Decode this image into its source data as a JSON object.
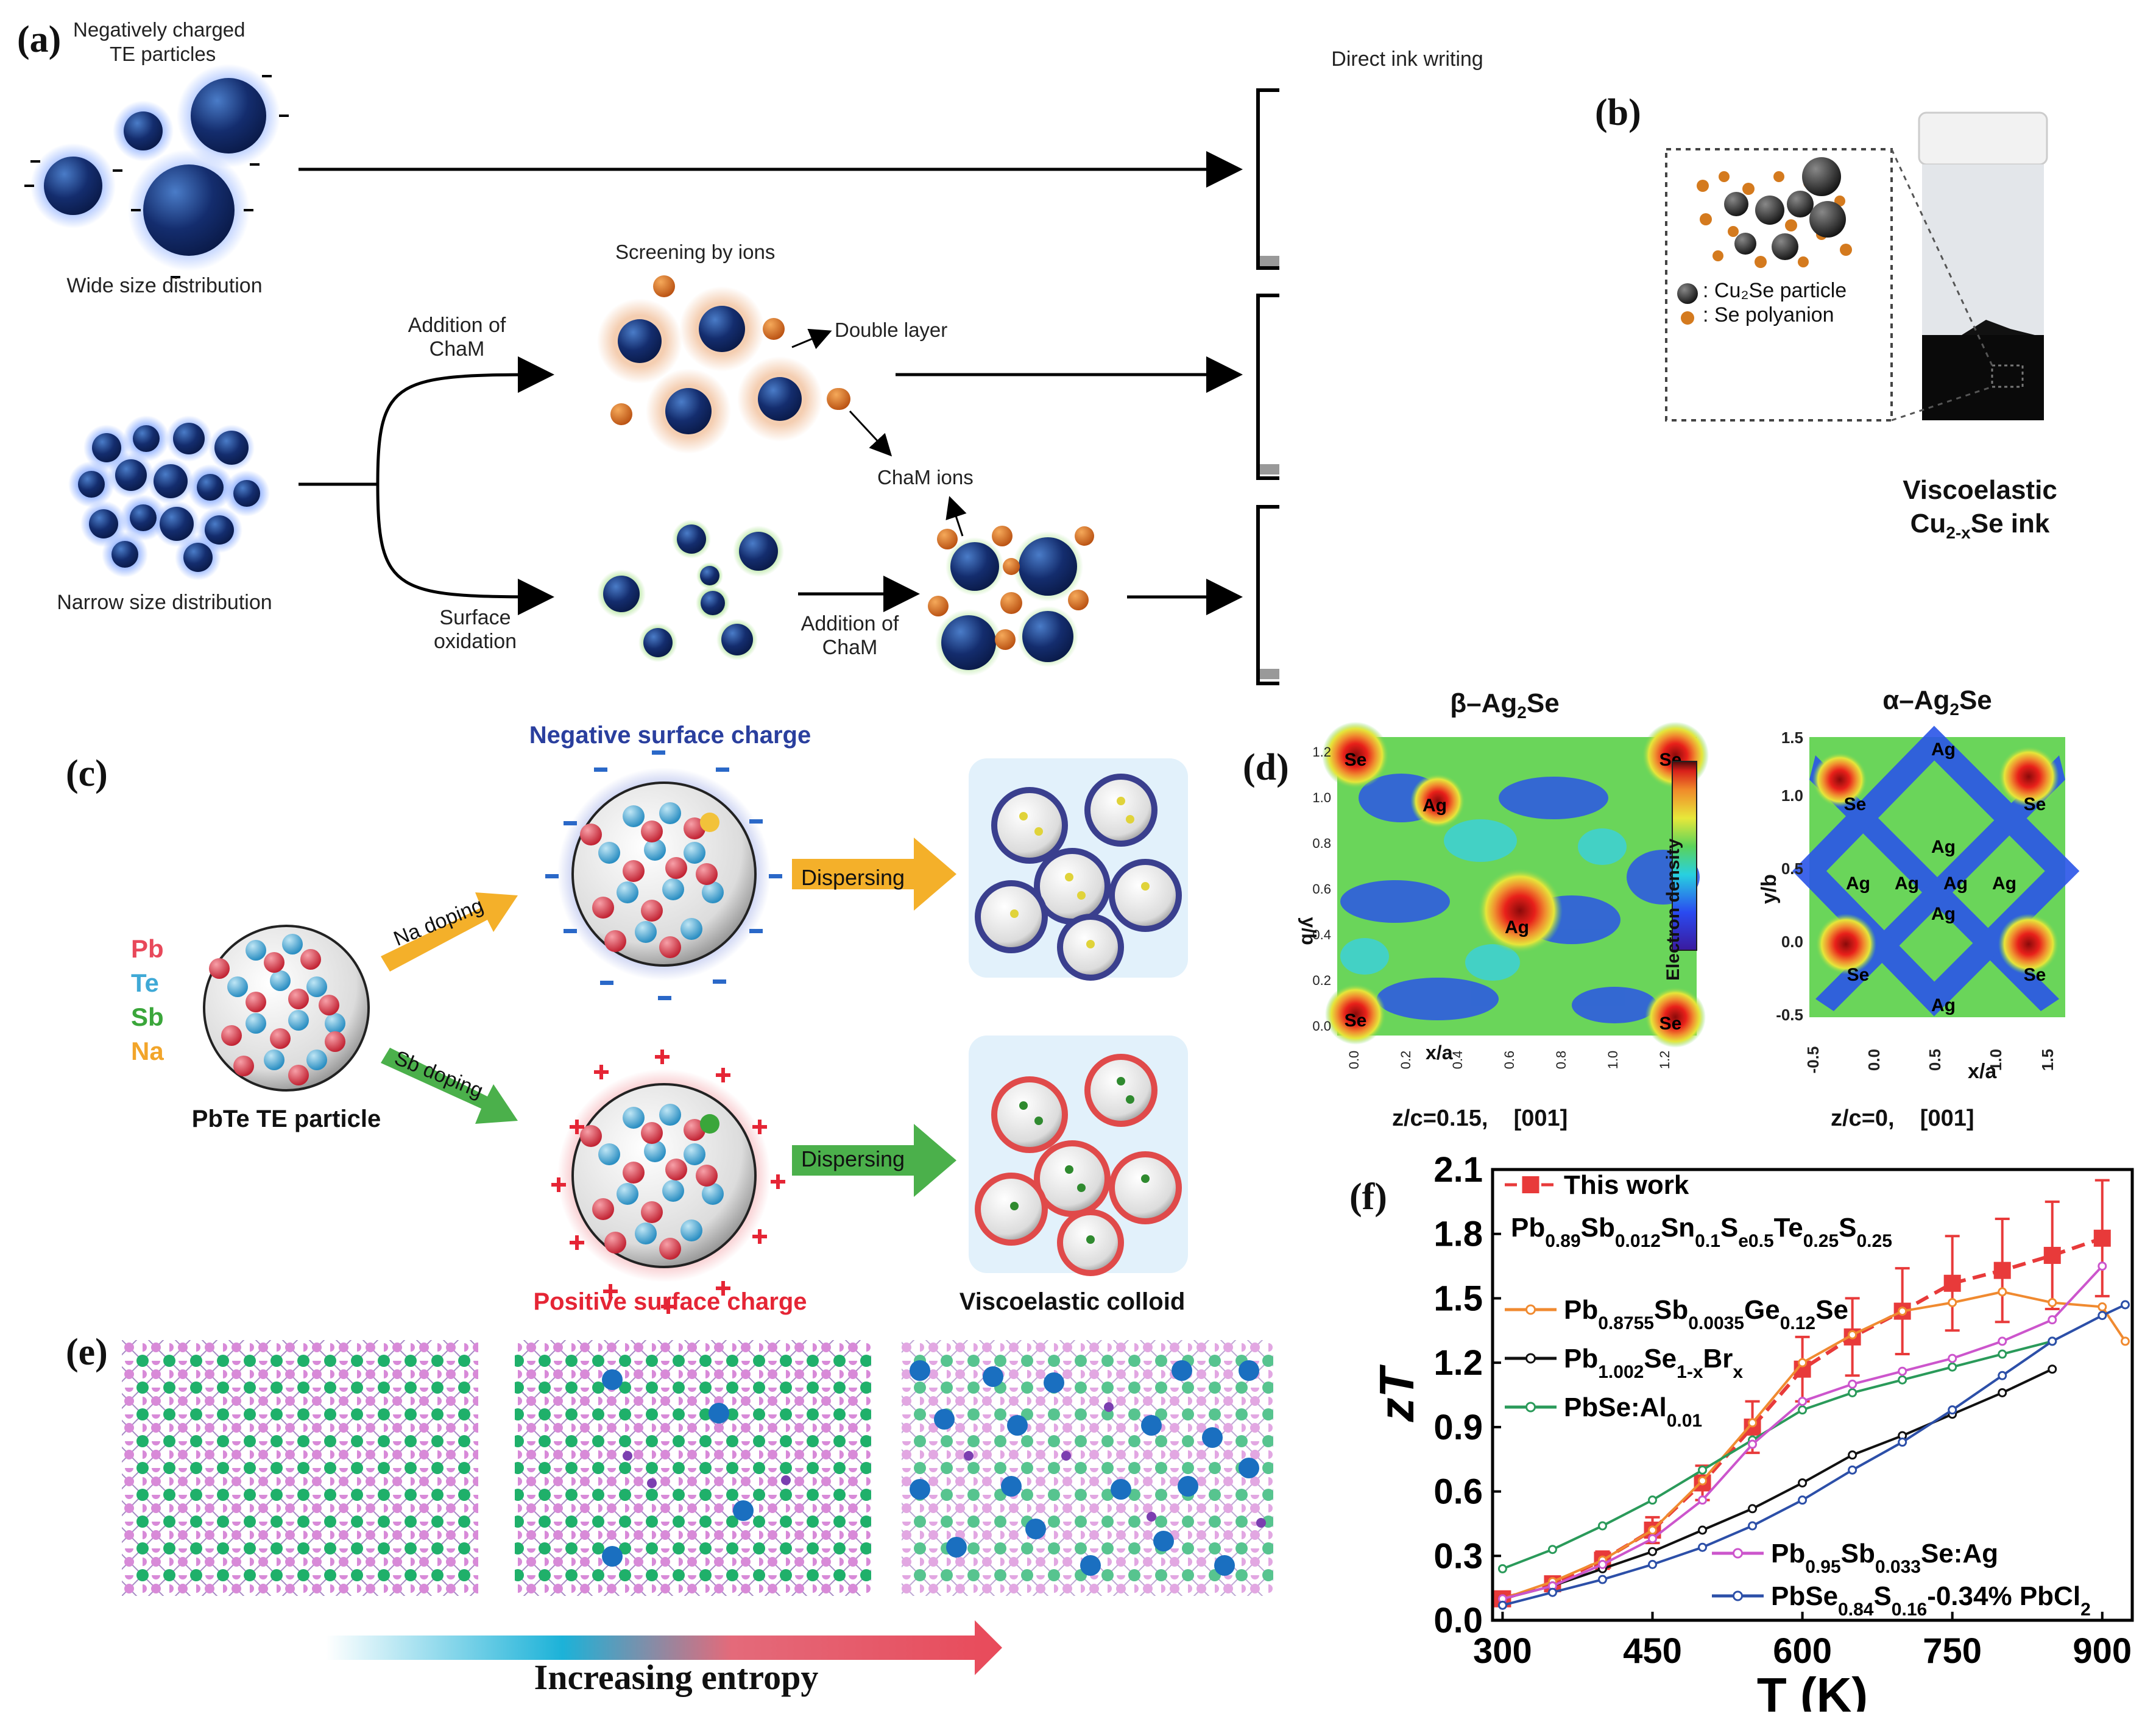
{
  "panels": {
    "a": {
      "label": "(a)",
      "top_particles": "Negatively charged\nTE particles",
      "wide": "Wide size distribution",
      "narrow": "Narrow size distribution",
      "screening": "Screening by ions",
      "double_layer": "Double layer",
      "addition_top": "Addition of\nChaM",
      "surface_ox": "Surface\noxidation",
      "chamions": "ChaM ions",
      "addition_bottom": "Addition of\nChaM",
      "diw": "Direct ink writing"
    },
    "b": {
      "label": "(b)",
      "legend_particle": ": Cu₂Se particle",
      "legend_anion": ": Se polyanion",
      "caption_line1": "Viscoelastic",
      "caption_line2": "Cu",
      "caption_sub": "2-x",
      "caption_end": "Se ink"
    },
    "c": {
      "label": "(c)",
      "neg": "Negative surface charge",
      "pos": "Positive surface charge",
      "na_doping": "Na doping",
      "sb_doping": "Sb doping",
      "dispersing1": "Dispersing",
      "dispersing2": "Dispersing",
      "pbte": "PbTe TE particle",
      "colloid": "Viscoelastic colloid",
      "elements": [
        "Pb",
        "Te",
        "Sb",
        "Na"
      ],
      "element_colors": [
        "#e8485a",
        "#3fa9d6",
        "#3aa63a",
        "#f2a52a"
      ]
    },
    "d": {
      "label": "(d)",
      "beta_title": "β–Ag",
      "beta_title_end": "Se",
      "alpha_title": "α–Ag",
      "alpha_title_end": "Se",
      "beta_xlabel": "x/a",
      "beta_ylabel": "y/b",
      "alpha_xlabel": "x/a",
      "alpha_ylabel": "y/b",
      "colorbar": "Electron density",
      "beta_caption": "z/c=0.15,    [001]",
      "alpha_caption": "z/c=0,    [001]",
      "beta_xticks": [
        "0.0",
        "0.2",
        "0.4",
        "0.6",
        "0.8",
        "1.0",
        "1.2"
      ],
      "beta_yticks": [
        "0.0",
        "0.2",
        "0.4",
        "0.6",
        "0.8",
        "1.0",
        "1.2"
      ],
      "alpha_xticks": [
        "-0.5",
        "0.0",
        "0.5",
        "1.0",
        "1.5"
      ],
      "alpha_yticks": [
        "-0.5",
        "0.0",
        "0.5",
        "1.0",
        "1.5"
      ],
      "beta_atoms": [
        "Se",
        "Se",
        "Ag",
        "Ag",
        "Se",
        "Se"
      ],
      "alpha_atoms": [
        "Ag",
        "Se",
        "Se",
        "Ag",
        "Ag",
        "Ag",
        "Ag",
        "Ag",
        "Se",
        "Se",
        "Ag"
      ]
    },
    "e": {
      "label": "(e)",
      "entropy": "Increasing entropy"
    },
    "f": {
      "label": "(f)"
    }
  },
  "chart_data": {
    "type": "line",
    "xlabel": "T (K)",
    "ylabel": "zT",
    "xlim": [
      290,
      930
    ],
    "ylim": [
      0.0,
      2.1
    ],
    "xticks": [
      300,
      450,
      600,
      750,
      900
    ],
    "yticks": [
      0.0,
      0.3,
      0.6,
      0.9,
      1.2,
      1.5,
      1.8,
      2.1
    ],
    "series": [
      {
        "name": "This work",
        "color": "#e83a3a",
        "marker": "square",
        "x": [
          300,
          350,
          400,
          450,
          500,
          550,
          600,
          650,
          700,
          750,
          800,
          850,
          900
        ],
        "y": [
          0.1,
          0.17,
          0.28,
          0.42,
          0.64,
          0.9,
          1.17,
          1.32,
          1.44,
          1.57,
          1.63,
          1.7,
          1.78
        ],
        "err": [
          0.02,
          0.03,
          0.04,
          0.06,
          0.08,
          0.12,
          0.15,
          0.18,
          0.2,
          0.22,
          0.24,
          0.25,
          0.27
        ]
      },
      {
        "name": "Pb0.8755Sb0.0035Ge0.12Se",
        "color": "#f08a30",
        "x": [
          300,
          350,
          400,
          450,
          500,
          550,
          600,
          650,
          700,
          750,
          800,
          850,
          900,
          923
        ],
        "y": [
          0.1,
          0.18,
          0.28,
          0.42,
          0.65,
          0.92,
          1.2,
          1.33,
          1.44,
          1.48,
          1.53,
          1.48,
          1.46,
          1.3
        ]
      },
      {
        "name": "Pb1.002Se1-xBrx",
        "color": "#111111",
        "x": [
          300,
          350,
          400,
          450,
          500,
          550,
          600,
          650,
          700,
          750,
          800,
          850
        ],
        "y": [
          0.1,
          0.16,
          0.24,
          0.32,
          0.42,
          0.52,
          0.64,
          0.77,
          0.86,
          0.96,
          1.06,
          1.17
        ]
      },
      {
        "name": "PbSe:Al0.01",
        "color": "#2a9a5a",
        "x": [
          300,
          350,
          400,
          450,
          500,
          550,
          600,
          650,
          700,
          750,
          800,
          850
        ],
        "y": [
          0.24,
          0.33,
          0.44,
          0.56,
          0.7,
          0.84,
          0.98,
          1.06,
          1.12,
          1.18,
          1.24,
          1.3
        ]
      },
      {
        "name": "Pb0.95Sb0.033Se:Ag",
        "color": "#cc55cc",
        "x": [
          300,
          350,
          400,
          450,
          500,
          550,
          600,
          650,
          700,
          750,
          800,
          850,
          900
        ],
        "y": [
          0.1,
          0.16,
          0.26,
          0.38,
          0.56,
          0.82,
          1.02,
          1.1,
          1.16,
          1.22,
          1.3,
          1.4,
          1.65
        ]
      },
      {
        "name": "PbSe0.84S0.16-0.34% PbCl2",
        "color": "#2c4fa8",
        "x": [
          300,
          350,
          400,
          450,
          500,
          550,
          600,
          650,
          700,
          750,
          800,
          850,
          900,
          923
        ],
        "y": [
          0.07,
          0.13,
          0.19,
          0.26,
          0.34,
          0.44,
          0.56,
          0.7,
          0.83,
          0.98,
          1.14,
          1.3,
          1.42,
          1.47
        ]
      }
    ],
    "legend_labels": {
      "s0": "This work",
      "s0b_base": "Pb",
      "s1_base": "Pb",
      "s2_base": "Pb",
      "s3_base": "PbSe:Al",
      "s4_base": "Pb",
      "s5_base": "PbSe"
    }
  }
}
